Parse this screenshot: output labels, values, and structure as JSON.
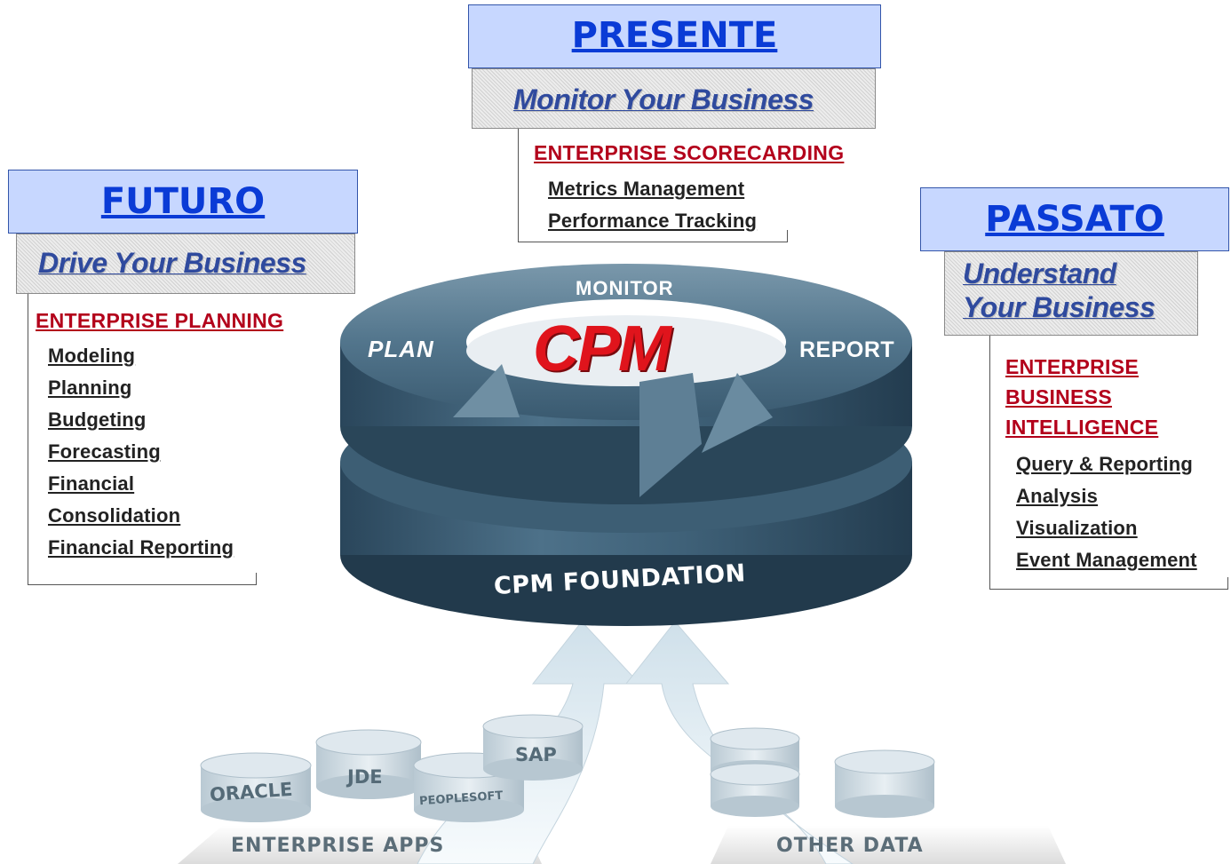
{
  "futuro": {
    "title": "FUTURO",
    "subtitle": "Drive Your Business",
    "heading": "ENTERPRISE PLANNING",
    "items": [
      "Modeling",
      "Planning",
      "Budgeting",
      "Forecasting",
      "Financial",
      "Consolidation",
      "Financial Reporting"
    ]
  },
  "presente": {
    "title": "PRESENTE",
    "subtitle": "Monitor Your Business",
    "heading": "ENTERPRISE SCORECARDING",
    "items": [
      "Metrics Management",
      "Performance Tracking"
    ]
  },
  "passato": {
    "title": "PASSATO",
    "subtitle_line1": "Understand",
    "subtitle_line2": "Your Business",
    "heading_line1": "ENTERPRISE",
    "heading_line2": "BUSINESS",
    "heading_line3": "INTELLIGENCE",
    "items": [
      "Query & Reporting",
      "Analysis",
      "Visualization",
      "Event Management"
    ]
  },
  "wheel": {
    "monitor": "MONITOR",
    "plan": "PLAN",
    "report": "REPORT",
    "center": "CPM",
    "foundation": "CPM FOUNDATION"
  },
  "sources": {
    "oracle": "ORACLE",
    "jde": "JDE",
    "peoplesoft": "PEOPLESOFT",
    "sap": "SAP",
    "enterprise_apps": "ENTERPRISE APPS",
    "other_data": "OTHER DATA"
  },
  "colors": {
    "title_bg": "#c7d7ff",
    "title_text": "#0a3bd6",
    "subtitle_text": "#2f4a9e",
    "heading_text": "#b3001b",
    "ring": "#2f5068",
    "cpm_red": "#e0141c"
  }
}
